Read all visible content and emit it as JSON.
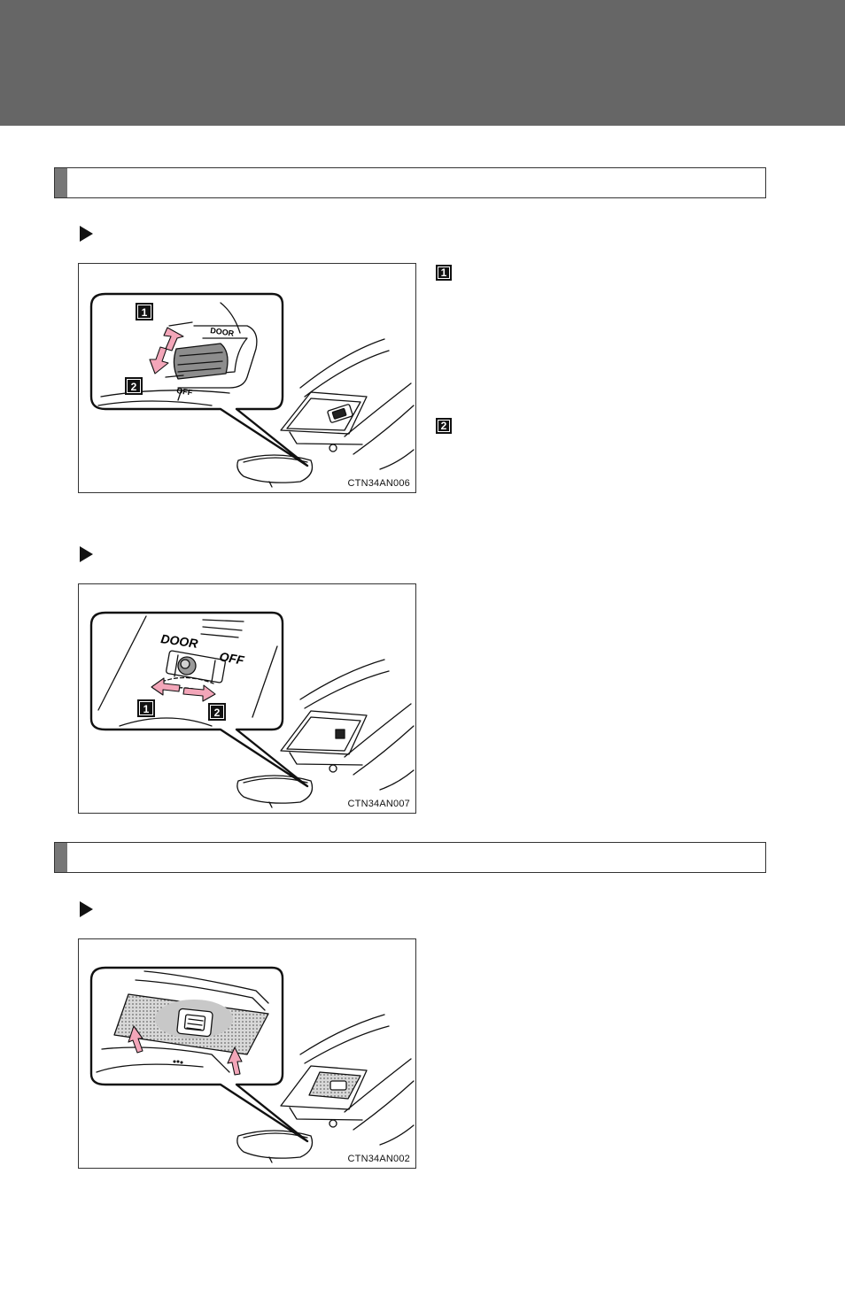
{
  "sections": [
    {
      "heading": ""
    },
    {
      "heading": ""
    }
  ],
  "figures": [
    {
      "code": "CTN34AN006",
      "labels": {
        "door": "DOOR",
        "off": "OFF",
        "n1": "1",
        "n2": "2"
      }
    },
    {
      "code": "CTN34AN007",
      "labels": {
        "door": "DOOR",
        "off": "OFF",
        "n1": "1",
        "n2": "2"
      }
    },
    {
      "code": "CTN34AN002"
    }
  ],
  "side_badges": [
    "1",
    "2"
  ]
}
